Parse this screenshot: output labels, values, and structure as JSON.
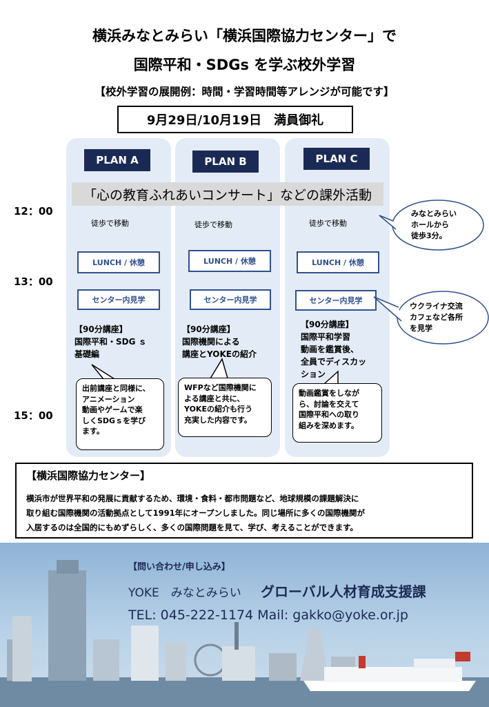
{
  "header": {
    "title_line1": "横浜みなとみらい「横浜国際協力センター」で",
    "title_line2": "国際平和・SDGs を学ぶ校外学習",
    "subtitle": "【校外学習の展開例：時間・学習時間等アレンジが可能です】",
    "date_status": "9月29日/10月19日　満員御礼"
  },
  "times": {
    "t1200": "12：00",
    "t1300": "13：00",
    "t1500": "15：00"
  },
  "banner": "「心の教育ふれあいコンサート」などの課外活動",
  "plans": [
    {
      "name": "PLAN A",
      "walk": "徒歩で移動",
      "lunch": "LUNCH / 休憩",
      "tour": "センター内見学",
      "lecture": [
        "【90分講座】",
        "国際平和・SDG ｓ",
        "基礎編"
      ],
      "note": [
        "出前講座と同様に、",
        "アニメーション",
        "動画やゲームで楽",
        "しくSDGｓを学び",
        "ます。"
      ]
    },
    {
      "name": "PLAN B",
      "walk": "徒歩で移動",
      "lunch": "LUNCH / 休憩",
      "tour": "センター内見学",
      "lecture": [
        "【90分講座】",
        "国際機関による",
        "講座とYOKEの紹介"
      ],
      "note": [
        "WFPなど国際機関に",
        "よる講座と共に、",
        "YOKEの紹介も行う",
        "充実した内容です。"
      ]
    },
    {
      "name": "PLAN C",
      "walk": "徒歩で移動",
      "lunch": "LUNCH / 休憩",
      "tour": "センター内見学",
      "lecture": [
        "【90分講座】",
        "国際平和学習",
        "動画を鑑賞後、",
        "全員でディスカッ",
        "ション"
      ],
      "note": [
        "動画鑑賞をしなが",
        "ら、討論を交えて",
        "国際平和への取り",
        "組みを深めます。"
      ]
    }
  ],
  "bubbles": {
    "hall": [
      "みなとみらい",
      "ホールから",
      "徒歩3分。"
    ],
    "cafe": [
      "ウクライナ交流",
      "カフェなど各所",
      "を見学"
    ]
  },
  "center_info": {
    "heading": "【横浜国際協力センター】",
    "lines": [
      "横浜市が世界平和の発展に貢献するため、環境・食料・都市問題など、地球規模の課題解決に",
      "取り組む国際機関の活動拠点として1991年にオープンしました。同じ場所に多くの国際機関が",
      "入居するのは全国的にもめずらしく、多くの国際問題を見て、学び、考えることができます。"
    ]
  },
  "contact": {
    "heading": "【問い合わせ/申し込み】",
    "org": "YOKE　みなとみらい",
    "dept": "グローバル人材育成支援課",
    "tel_mail": "TEL: 045-222-1174  Mail: gakko@yoke.or.jp"
  }
}
